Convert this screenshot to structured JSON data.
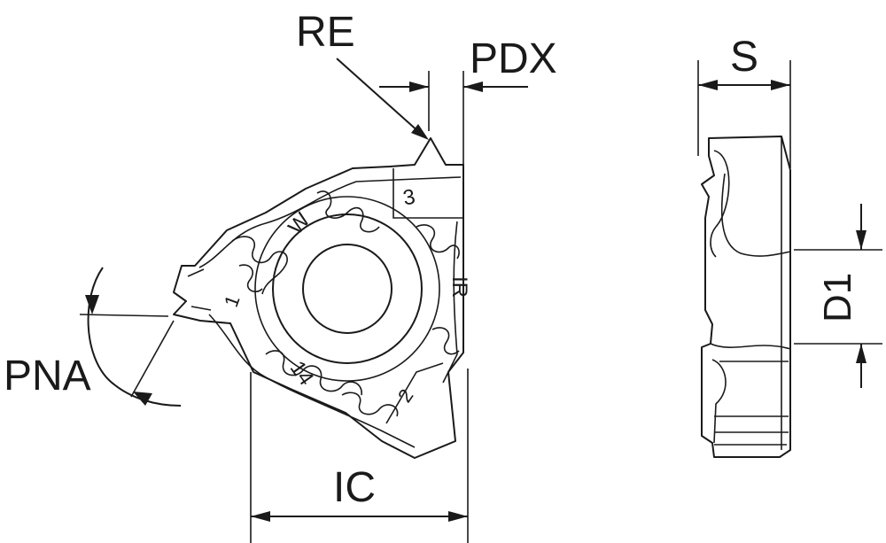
{
  "labels": {
    "re": "RE",
    "pdx": "PDX",
    "s": "S",
    "d1": "D1",
    "pna": "PNA",
    "ic": "IC"
  },
  "insert_marks": {
    "mark_3": "3",
    "mark_w": "W",
    "mark_ir": "IR",
    "mark_14": "14",
    "mark_2": "2",
    "mark_1": "1"
  },
  "colors": {
    "line": "#1a1a1a",
    "background": "#ffffff"
  }
}
